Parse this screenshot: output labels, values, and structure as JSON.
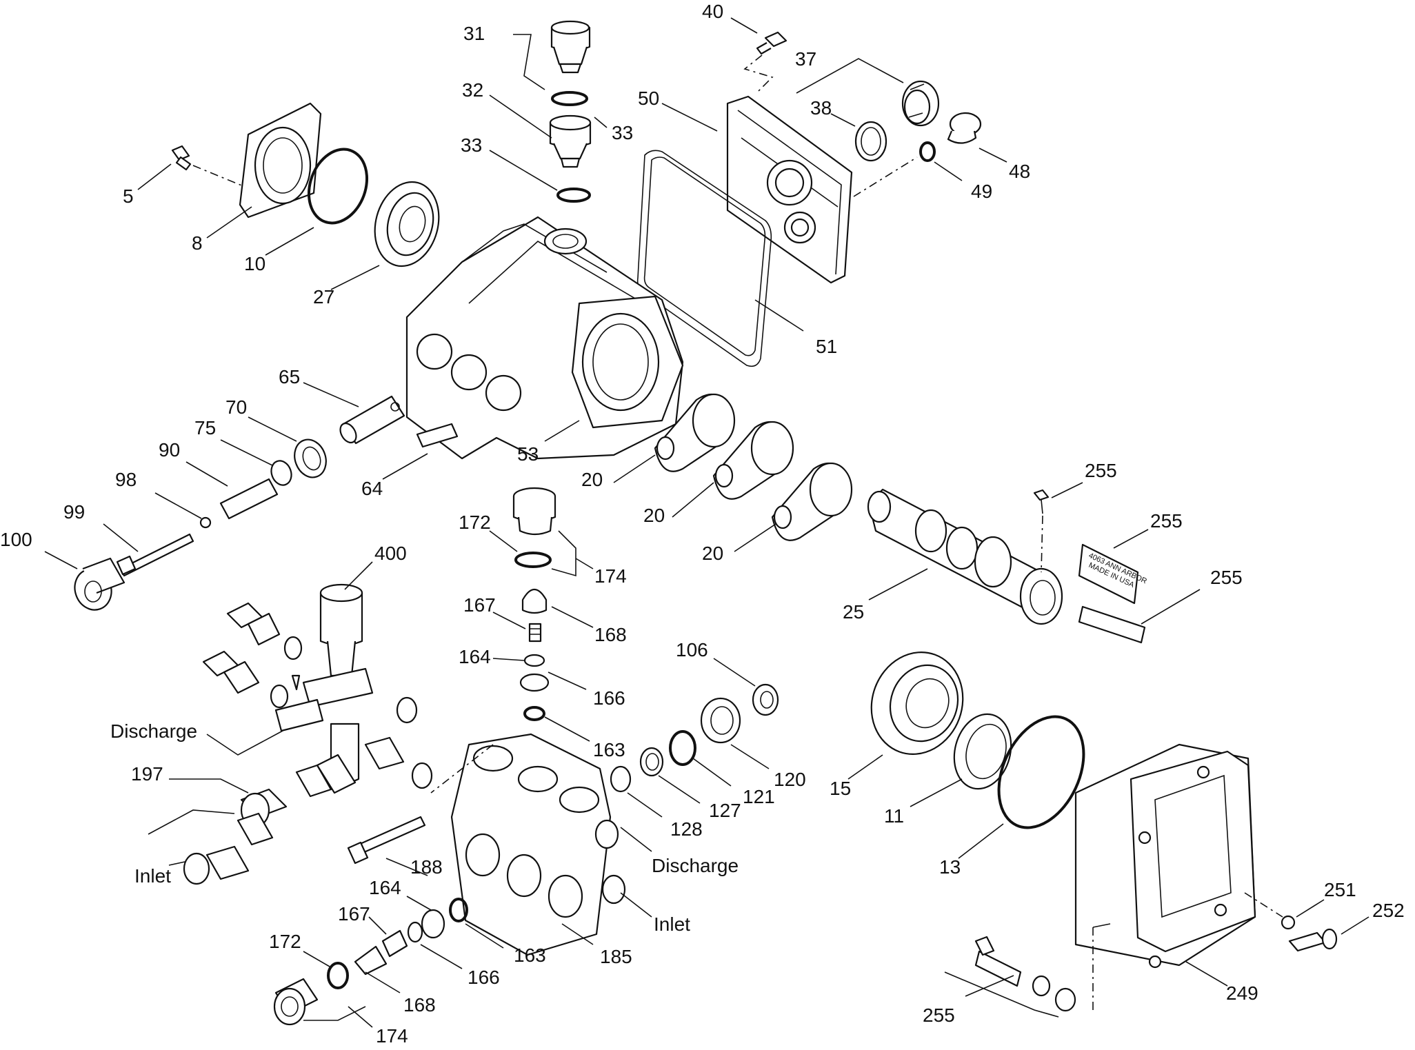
{
  "diagram": {
    "callouts": [
      {
        "id": "c31",
        "text": "31"
      },
      {
        "id": "c32",
        "text": "32"
      },
      {
        "id": "c33a",
        "text": "33"
      },
      {
        "id": "c33b",
        "text": "33"
      },
      {
        "id": "c40",
        "text": "40"
      },
      {
        "id": "c37",
        "text": "37"
      },
      {
        "id": "c38",
        "text": "38"
      },
      {
        "id": "c50",
        "text": "50"
      },
      {
        "id": "c48",
        "text": "48"
      },
      {
        "id": "c49",
        "text": "49"
      },
      {
        "id": "c51",
        "text": "51"
      },
      {
        "id": "c5",
        "text": "5"
      },
      {
        "id": "c8",
        "text": "8"
      },
      {
        "id": "c10",
        "text": "10"
      },
      {
        "id": "c27",
        "text": "27"
      },
      {
        "id": "c65",
        "text": "65"
      },
      {
        "id": "c70",
        "text": "70"
      },
      {
        "id": "c75",
        "text": "75"
      },
      {
        "id": "c90",
        "text": "90"
      },
      {
        "id": "c98",
        "text": "98"
      },
      {
        "id": "c99",
        "text": "99"
      },
      {
        "id": "c100",
        "text": "100"
      },
      {
        "id": "c64",
        "text": "64"
      },
      {
        "id": "c53",
        "text": "53"
      },
      {
        "id": "c20a",
        "text": "20"
      },
      {
        "id": "c20b",
        "text": "20"
      },
      {
        "id": "c20c",
        "text": "20"
      },
      {
        "id": "c172a",
        "text": "172"
      },
      {
        "id": "c174a",
        "text": "174"
      },
      {
        "id": "c167a",
        "text": "167"
      },
      {
        "id": "c168a",
        "text": "168"
      },
      {
        "id": "c164a",
        "text": "164"
      },
      {
        "id": "c166a",
        "text": "166"
      },
      {
        "id": "c163a",
        "text": "163"
      },
      {
        "id": "c400",
        "text": "400"
      },
      {
        "id": "c106",
        "text": "106"
      },
      {
        "id": "c120",
        "text": "120"
      },
      {
        "id": "c121",
        "text": "121"
      },
      {
        "id": "c127",
        "text": "127"
      },
      {
        "id": "c128",
        "text": "128"
      },
      {
        "id": "c255a",
        "text": "255"
      },
      {
        "id": "c255b",
        "text": "255"
      },
      {
        "id": "c255c",
        "text": "255"
      },
      {
        "id": "c25",
        "text": "25"
      },
      {
        "id": "c15",
        "text": "15"
      },
      {
        "id": "c11",
        "text": "11"
      },
      {
        "id": "c13",
        "text": "13"
      },
      {
        "id": "c197",
        "text": "197"
      },
      {
        "id": "c188",
        "text": "188"
      },
      {
        "id": "c164b",
        "text": "164"
      },
      {
        "id": "c167b",
        "text": "167"
      },
      {
        "id": "c172b",
        "text": "172"
      },
      {
        "id": "c166b",
        "text": "166"
      },
      {
        "id": "c163b",
        "text": "163"
      },
      {
        "id": "c168b",
        "text": "168"
      },
      {
        "id": "c185",
        "text": "185"
      },
      {
        "id": "c174b",
        "text": "174"
      },
      {
        "id": "c251",
        "text": "251"
      },
      {
        "id": "c252",
        "text": "252"
      },
      {
        "id": "c249",
        "text": "249"
      },
      {
        "id": "c255d",
        "text": "255"
      }
    ],
    "port_labels": {
      "discharge_left": "Discharge",
      "inlet_left": "Inlet",
      "discharge_right": "Discharge",
      "inlet_right": "Inlet"
    },
    "decal_text": [
      "4063 ANN ARBOR",
      "MADE IN USA"
    ]
  }
}
